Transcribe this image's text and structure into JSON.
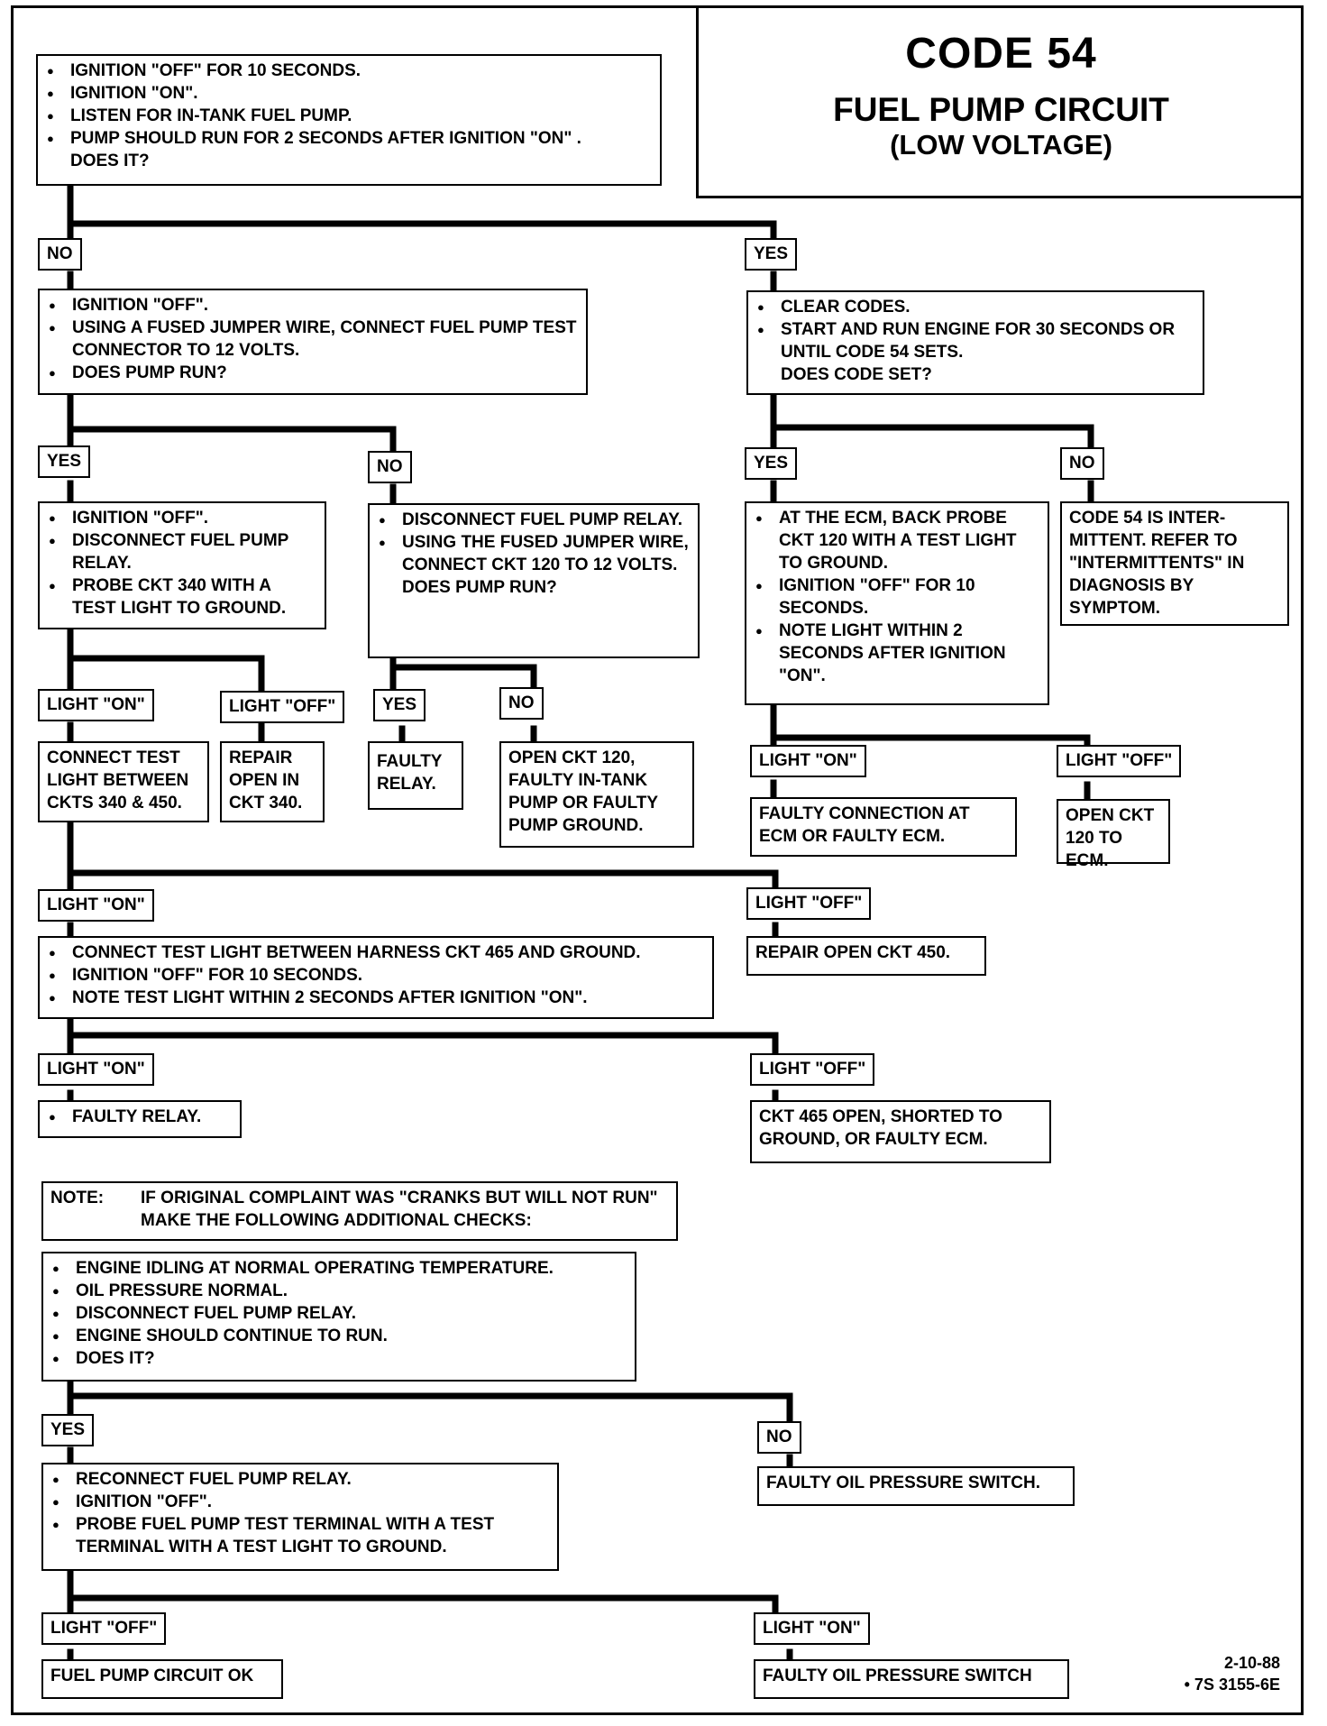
{
  "title": {
    "code": "CODE 54",
    "circuit": "FUEL PUMP CIRCUIT",
    "subtitle": "(LOW VOLTAGE)"
  },
  "boxes": {
    "start": [
      "IGNITION \"OFF\" FOR 10 SECONDS.",
      "IGNITION \"ON\".",
      "LISTEN FOR IN-TANK FUEL PUMP.",
      "PUMP SHOULD RUN FOR 2 SECONDS AFTER IGNITION \"ON\" .",
      "DOES IT?"
    ],
    "jumper_test": [
      "IGNITION \"OFF\".",
      "USING A FUSED JUMPER WIRE, CONNECT FUEL PUMP TEST CONNECTOR TO 12 VOLTS.",
      "DOES PUMP RUN?"
    ],
    "clear_codes": [
      "CLEAR CODES.",
      "START AND RUN ENGINE FOR 30 SECONDS OR UNTIL CODE 54 SETS.",
      "DOES CODE SET?"
    ],
    "probe_340": [
      "IGNITION \"OFF\".",
      "DISCONNECT FUEL PUMP RELAY.",
      "PROBE CKT 340 WITH A TEST LIGHT TO GROUND."
    ],
    "jumper_120": [
      "DISCONNECT FUEL PUMP RELAY.",
      "USING THE FUSED JUMPER WIRE, CONNECT CKT 120 TO 12 VOLTS.",
      "DOES PUMP RUN?"
    ],
    "back_probe": [
      "AT THE ECM, BACK PROBE CKT 120 WITH A TEST LIGHT TO GROUND.",
      "IGNITION \"OFF\" FOR 10 SECONDS.",
      "NOTE LIGHT WITHIN 2 SECONDS AFTER IGNITION \"ON\"."
    ],
    "intermittent": "CODE 54 IS INTER-MITTENT. REFER TO \"INTERMITTENTS\" IN DIAGNOSIS BY SYMPTOM.",
    "connect_340_450": "CONNECT TEST LIGHT BETWEEN CKTS 340 & 450.",
    "repair_340": "REPAIR OPEN IN CKT 340.",
    "faulty_relay_1": "FAULTY RELAY.",
    "open_120": "OPEN CKT 120, FAULTY IN-TANK PUMP OR FAULTY PUMP GROUND.",
    "faulty_conn_ecm": "FAULTY CONNECTION AT ECM OR FAULTY ECM.",
    "open_120_ecm": "OPEN CKT 120 TO ECM.",
    "connect_465": [
      "CONNECT TEST LIGHT BETWEEN HARNESS CKT 465 AND GROUND.",
      "IGNITION \"OFF\" FOR 10 SECONDS.",
      "NOTE TEST LIGHT WITHIN 2 SECONDS AFTER IGNITION \"ON\"."
    ],
    "repair_450": "REPAIR OPEN CKT 450.",
    "faulty_relay_2": "FAULTY RELAY.",
    "ckt465_open": "CKT 465 OPEN, SHORTED TO GROUND, OR FAULTY ECM.",
    "note_label": "NOTE:",
    "note_text": "IF ORIGINAL COMPLAINT WAS \"CRANKS BUT WILL NOT RUN\" MAKE THE FOLLOWING ADDITIONAL CHECKS:",
    "idle_checks": [
      "ENGINE IDLING AT NORMAL OPERATING TEMPERATURE.",
      "OIL PRESSURE NORMAL.",
      "DISCONNECT FUEL PUMP RELAY.",
      "ENGINE SHOULD CONTINUE TO RUN.",
      "DOES IT?"
    ],
    "faulty_oil_switch": "FAULTY OIL PRESSURE SWITCH.",
    "reconnect": [
      "RECONNECT FUEL PUMP RELAY.",
      "IGNITION \"OFF\".",
      "PROBE FUEL PUMP TEST TERMINAL WITH A TEST TERMINAL WITH A TEST LIGHT TO GROUND."
    ],
    "pump_ok": "FUEL PUMP CIRCUIT OK",
    "faulty_oil_switch_2": "FAULTY OIL PRESSURE SWITCH"
  },
  "labels": {
    "no": "NO",
    "yes": "YES",
    "light_on": "LIGHT \"ON\"",
    "light_off": "LIGHT \"OFF\""
  },
  "footer": {
    "date": "2-10-88",
    "ref": "• 7S 3155-6E"
  }
}
